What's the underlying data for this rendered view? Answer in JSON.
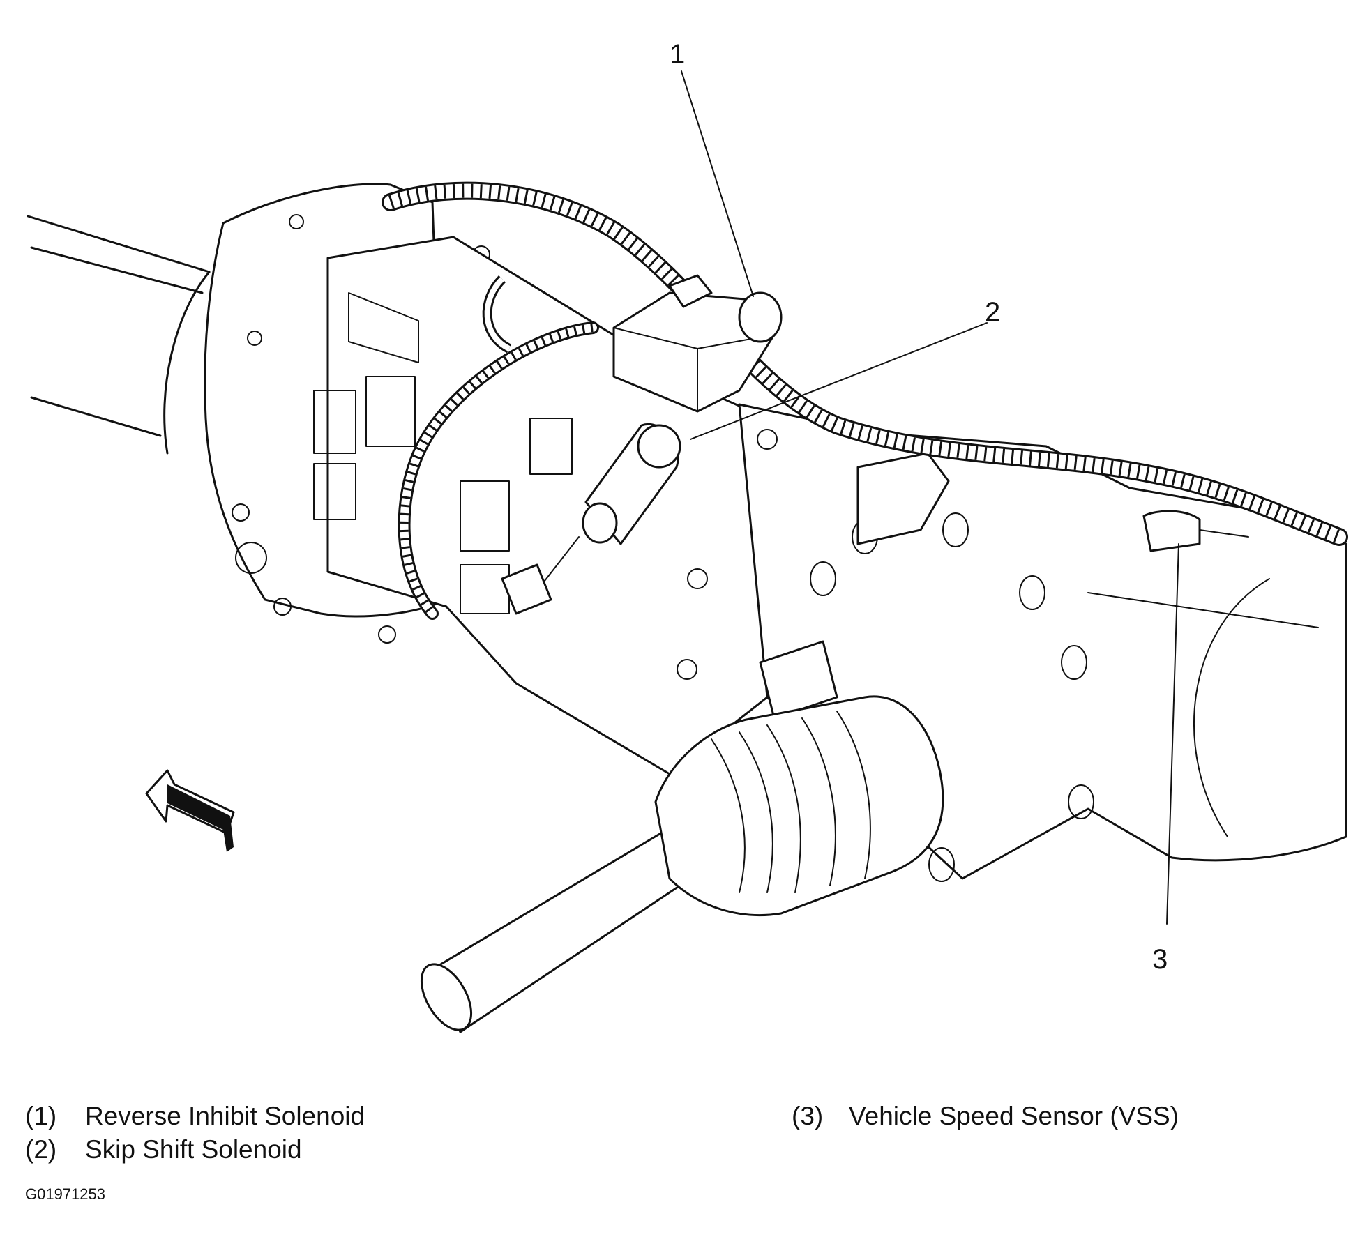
{
  "callouts": [
    {
      "id": "1",
      "label": "1"
    },
    {
      "id": "2",
      "label": "2"
    },
    {
      "id": "3",
      "label": "3"
    }
  ],
  "legend": [
    {
      "num": "(1)",
      "text": "Reverse Inhibit Solenoid"
    },
    {
      "num": "(2)",
      "text": "Skip Shift Solenoid"
    },
    {
      "num": "(3)",
      "text": "Vehicle Speed Sensor (VSS)"
    }
  ],
  "figure_id": "G01971253",
  "icons": [
    "direction-arrow-icon"
  ],
  "colors": {
    "ink": "#111111",
    "paper": "#ffffff"
  }
}
